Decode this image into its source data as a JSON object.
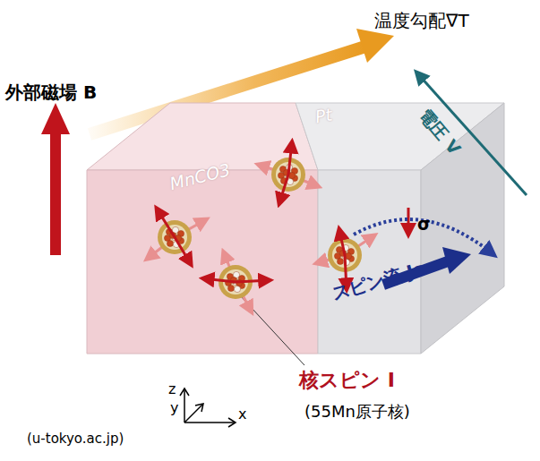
{
  "diagram": {
    "nodes": [
      {
        "text": [
          "MnCO3"
        ]
      },
      {
        "text": [
          "Pt"
        ]
      }
    ],
    "labels": [
      "温度勾配∇T",
      "外部磁場 B",
      "電圧 V",
      "σ",
      "スピン流 Js",
      "核スピン I",
      "(55Mn原子核)",
      "z",
      "y",
      "x",
      "(u-tokyo.ac.jp)"
    ]
  }
}
